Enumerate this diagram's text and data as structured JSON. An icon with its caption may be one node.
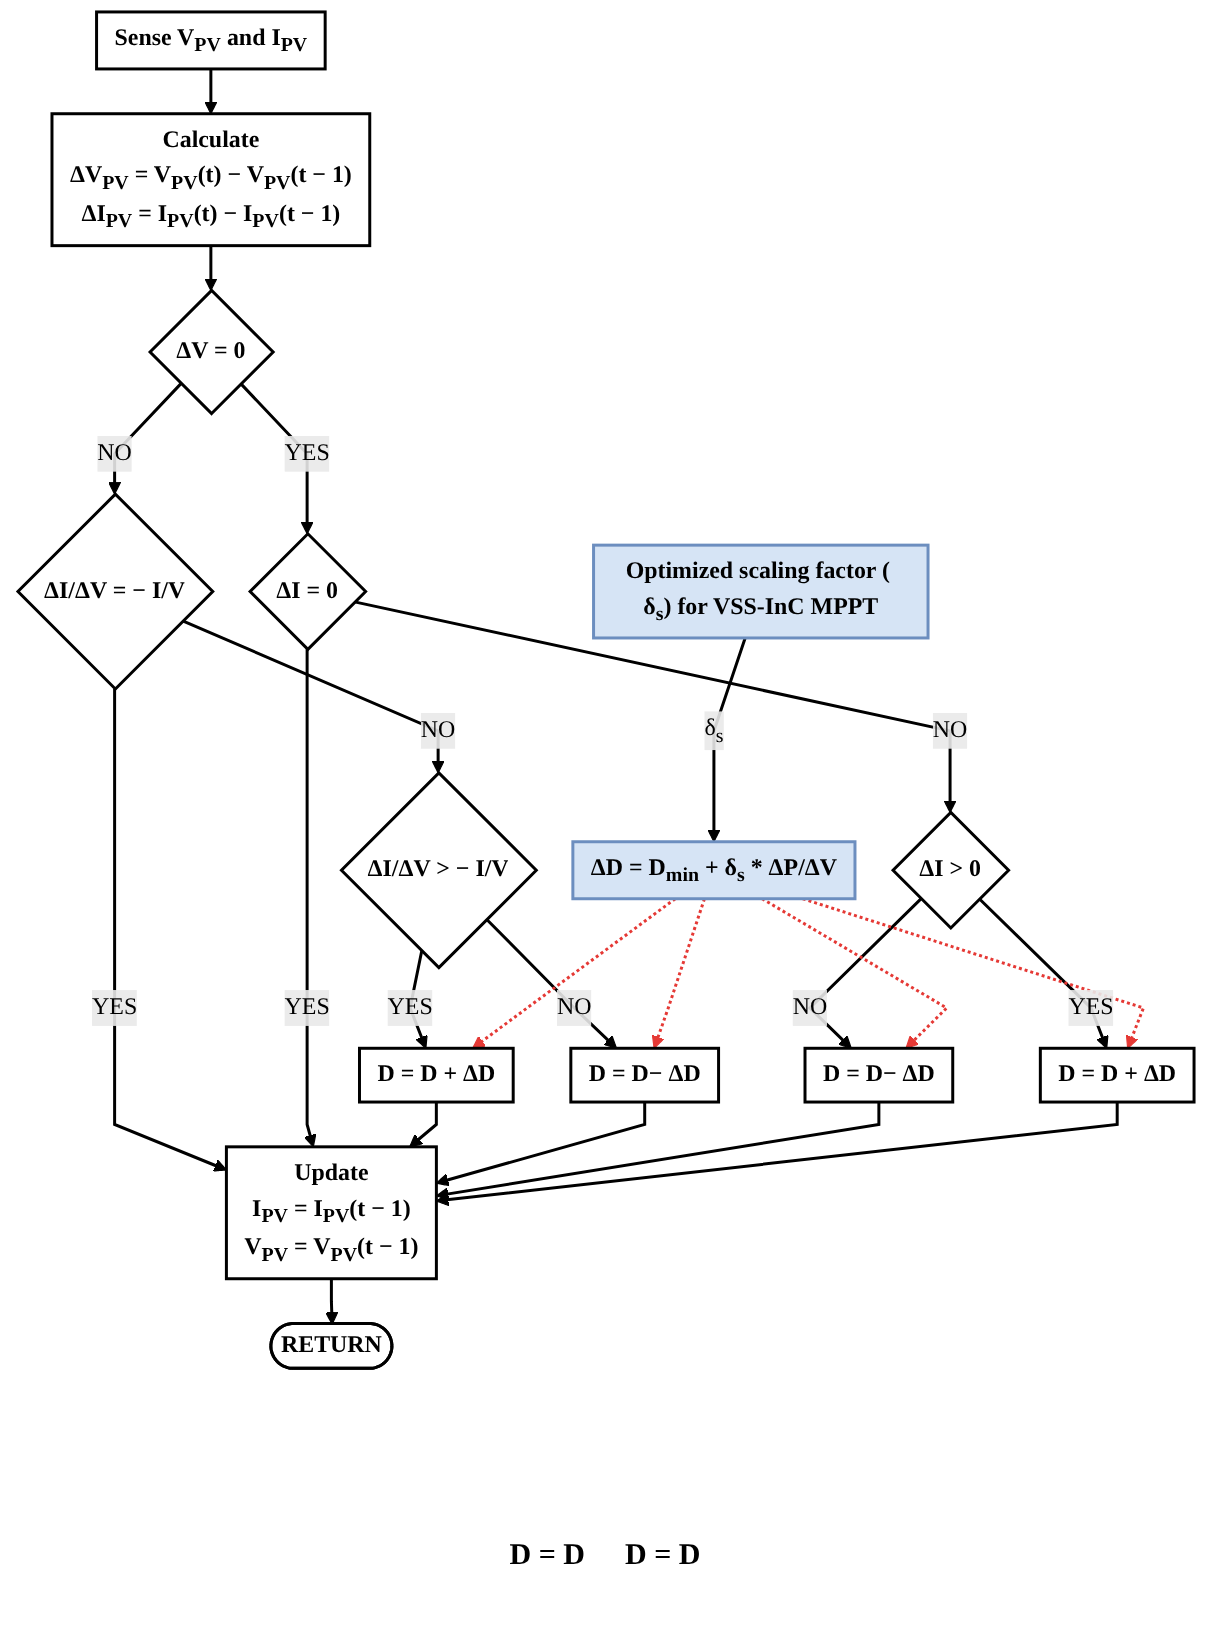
{
  "diagram": {
    "nodes": [
      {
        "text": [
          "Sense V$_{PV}$ and I$_{PV}$"
        ]
      },
      {
        "text": [
          "Calculate",
          "ΔV$_{PV}$ = V$_{PV}$(t) − V$_{PV}$(t − 1)",
          "ΔI$_{PV}$ = I$_{PV}$(t) − I$_{PV}$(t − 1)"
        ]
      },
      {
        "text": [
          "ΔV = 0"
        ]
      },
      {
        "text": [
          "ΔI/ΔV = − I/V"
        ]
      },
      {
        "text": [
          "ΔI = 0"
        ]
      },
      {
        "text": [
          "ΔI/ΔV > − I/V"
        ]
      },
      {
        "text": [
          "ΔI > 0"
        ]
      },
      {
        "text": [
          "D = D + ΔD"
        ]
      },
      {
        "text": [
          "D = D− ΔD"
        ]
      },
      {
        "text": [
          "D = D− ΔD"
        ]
      },
      {
        "text": [
          "D = D + ΔD"
        ]
      },
      {
        "text": [
          "Update",
          "I$_{PV}$ = I$_{PV}$(t − 1)",
          "V$_{PV}$ = V$_{PV}$(t − 1)"
        ]
      },
      {
        "text": [
          "RETURN"
        ]
      },
      {
        "text": [
          "ΔD = D$_{min}$ + δ$_{s}$ * ΔP/ΔV"
        ]
      },
      {
        "text": [
          "Optimized scaling factor ( δ$_{s}$) for VSS-InC MPPT"
        ]
      }
    ],
    "edges": [
      {
        "from": 0,
        "to": 1,
        "arrow": "to"
      },
      {
        "from": 1,
        "to": 2,
        "arrow": "to"
      },
      {
        "from": 2,
        "to": 3,
        "arrow": "to",
        "label": "NO"
      },
      {
        "from": 2,
        "to": 4,
        "arrow": "to",
        "label": "YES"
      },
      {
        "from": 3,
        "to": 11,
        "arrow": "to",
        "label": "YES"
      },
      {
        "from": 3,
        "to": 5,
        "arrow": "to",
        "label": "NO"
      },
      {
        "from": 4,
        "to": 11,
        "arrow": "to",
        "label": "YES"
      },
      {
        "from": 4,
        "to": 6,
        "arrow": "to",
        "label": "NO"
      },
      {
        "from": 5,
        "to": 7,
        "arrow": "to",
        "label": "YES"
      },
      {
        "from": 5,
        "to": 8,
        "arrow": "to",
        "label": "NO"
      },
      {
        "from": 6,
        "to": 9,
        "arrow": "to",
        "label": "NO"
      },
      {
        "from": 6,
        "to": 10,
        "arrow": "to",
        "label": "YES"
      },
      {
        "from": 7,
        "to": 11,
        "arrow": "to"
      },
      {
        "from": 8,
        "to": 11,
        "arrow": "to"
      },
      {
        "from": 9,
        "to": 11,
        "arrow": "to"
      },
      {
        "from": 10,
        "to": 11,
        "arrow": "to"
      },
      {
        "from": 11,
        "to": 12,
        "arrow": "to"
      },
      {
        "from": 14,
        "to": 13,
        "arrow": "to",
        "label": "δ$_{s}$"
      },
      {
        "from": 13,
        "to": 7,
        "arrow": "to",
        "style": "dashed",
        "color": "#e53935"
      },
      {
        "from": 13,
        "to": 8,
        "arrow": "to",
        "style": "dashed",
        "color": "#e53935"
      },
      {
        "from": 13,
        "to": 9,
        "arrow": "to",
        "style": "dashed",
        "color": "#e53935"
      },
      {
        "from": 13,
        "to": 10,
        "arrow": "to",
        "style": "dashed",
        "color": "#e53935"
      }
    ],
    "labels": [
      "D = D",
      "D = D"
    ]
  }
}
